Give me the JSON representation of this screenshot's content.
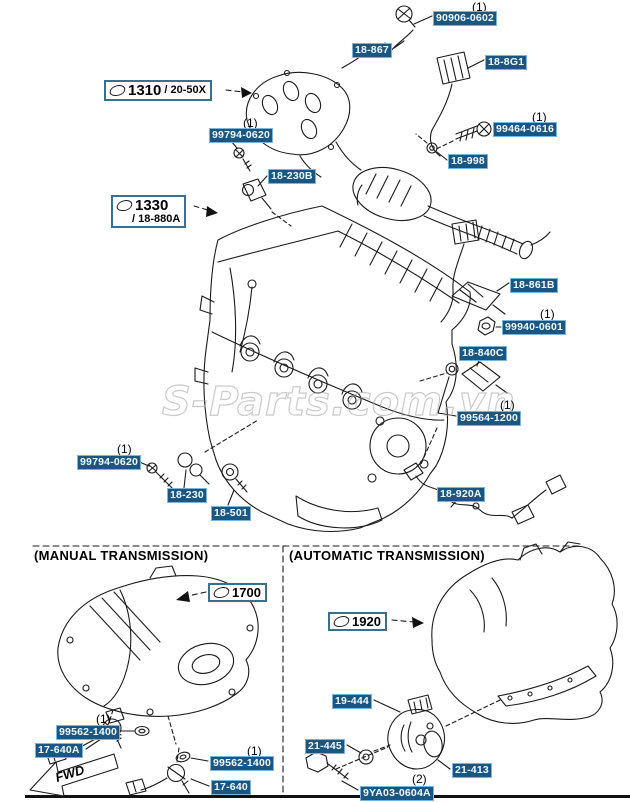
{
  "page": {
    "watermark": "S-Parts.com.vn",
    "fwd_label": "FWD"
  },
  "colors": {
    "label_highlight_bg": "#1a5684",
    "label_highlight_border": "#7db5da",
    "assembly_box_border": "#39708f",
    "line_art": "#1a1a1a",
    "watermark_gray": "#a8a8a8"
  },
  "sections": {
    "manual_title": "(MANUAL TRANSMISSION)",
    "automatic_title": "(AUTOMATIC TRANSMISSION)"
  },
  "assemblies": {
    "b1310": {
      "code": "1310",
      "suffix": "/ 20-50X"
    },
    "b1330": {
      "code": "1330",
      "suffix": "/ 18-880A"
    },
    "b1700": {
      "code": "1700"
    },
    "b1920": {
      "code": "1920"
    }
  },
  "labels": {
    "l90906_0602": {
      "text": "90906-0602",
      "qty": "(1)"
    },
    "l18_867": {
      "text": "18-867"
    },
    "l18_8g1": {
      "text": "18-8G1"
    },
    "l99794_0620_top": {
      "text": "99794-0620",
      "qty": "(1)"
    },
    "l99464_0616": {
      "text": "99464-0616",
      "qty": "(1)"
    },
    "l18_230b": {
      "text": "18-230B"
    },
    "l18_998": {
      "text": "18-998"
    },
    "l18_861b": {
      "text": "18-861B"
    },
    "l99940_0601": {
      "text": "99940-0601",
      "qty": "(1)"
    },
    "l18_840c": {
      "text": "18-840C"
    },
    "l99564_1200": {
      "text": "99564-1200",
      "qty": "(1)"
    },
    "l99794_0620_bottom": {
      "text": "99794-0620",
      "qty": "(1)"
    },
    "l18_230": {
      "text": "18-230"
    },
    "l18_501": {
      "text": "18-501"
    },
    "l18_920a": {
      "text": "18-920A"
    },
    "l99562_1400_left": {
      "text": "99562-1400",
      "qty": "(1)"
    },
    "l17_640a": {
      "text": "17-640A"
    },
    "l99562_1400_right": {
      "text": "99562-1400",
      "qty": "(1)"
    },
    "l17_640": {
      "text": "17-640"
    },
    "l19_444": {
      "text": "19-444"
    },
    "l21_445": {
      "text": "21-445"
    },
    "l21_413": {
      "text": "21-413"
    },
    "l9ya03_0604a": {
      "text": "9YA03-0604A",
      "qty": "(2)"
    }
  }
}
